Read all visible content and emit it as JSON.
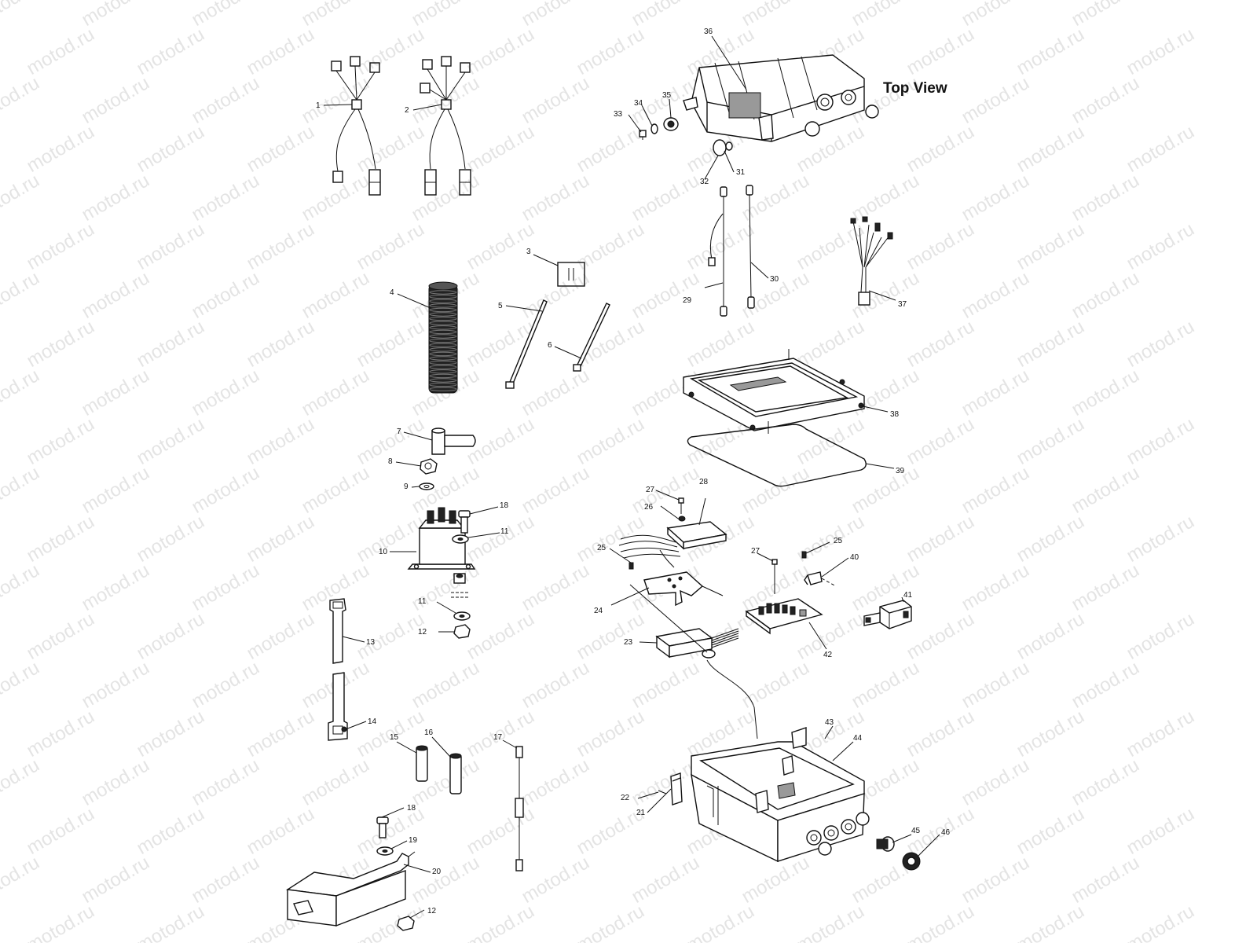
{
  "watermark": {
    "text": "motod.ru"
  },
  "view_label": "Top View",
  "callouts": [
    "1",
    "2",
    "3",
    "4",
    "5",
    "6",
    "7",
    "8",
    "9",
    "10",
    "11",
    "11",
    "12",
    "12",
    "13",
    "14",
    "15",
    "16",
    "17",
    "18",
    "18",
    "19",
    "20",
    "21",
    "22",
    "23",
    "24",
    "25",
    "25",
    "26",
    "27",
    "27",
    "28",
    "29",
    "30",
    "31",
    "32",
    "33",
    "34",
    "35",
    "36",
    "37",
    "38",
    "39",
    "40",
    "41",
    "42",
    "43",
    "44",
    "45",
    "46"
  ]
}
